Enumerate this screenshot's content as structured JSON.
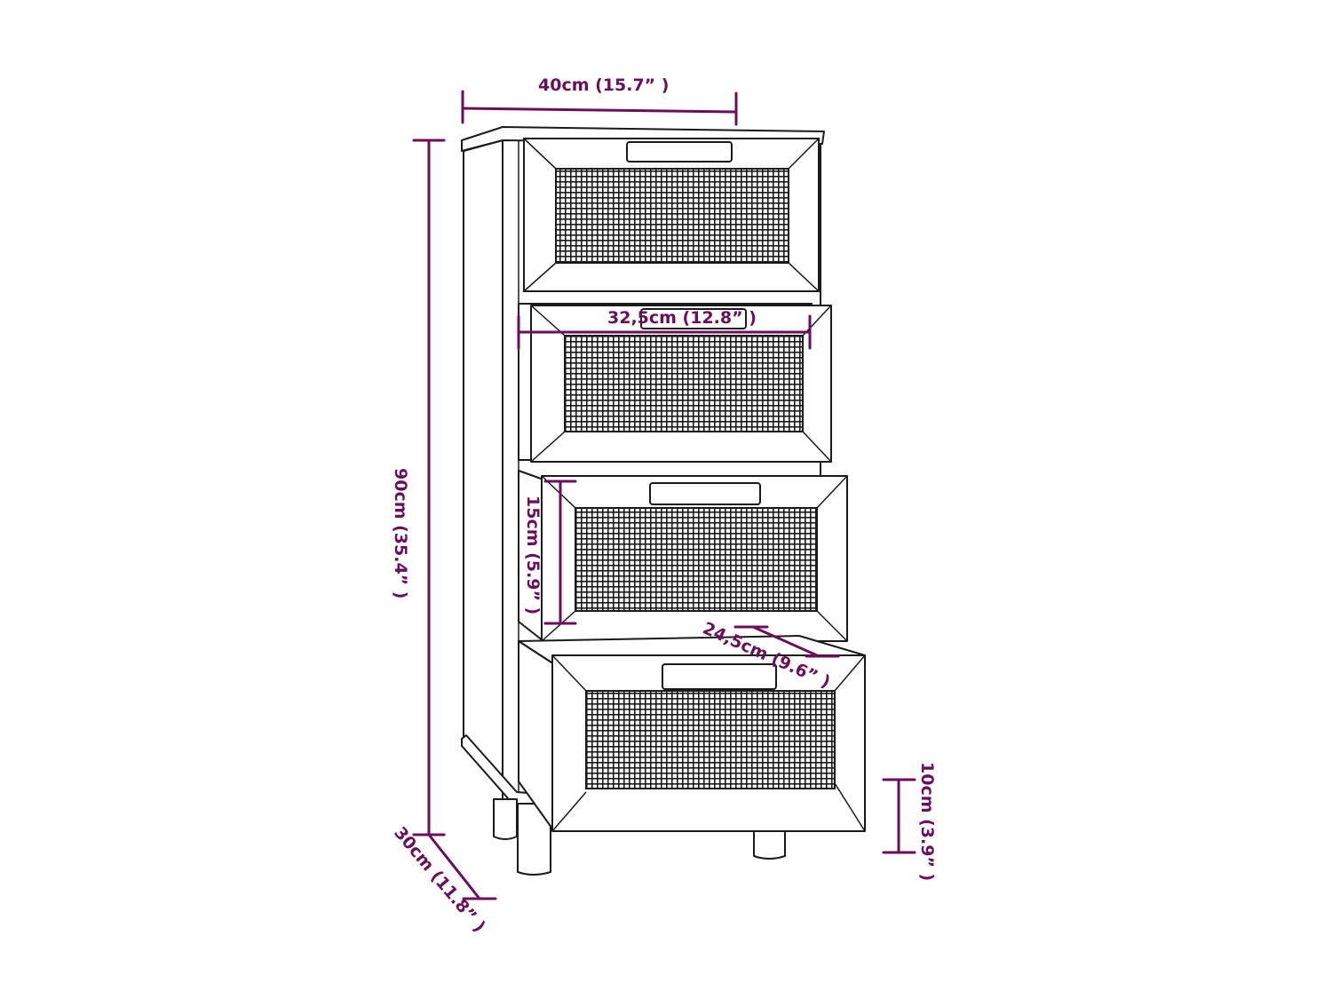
{
  "diagram": {
    "subject": "Four-drawer cabinet with rattan drawer fronts",
    "colors": {
      "dimension_lines": "#6b0f5c",
      "outline": "#1a1a1a",
      "background": "#ffffff"
    },
    "dimensions": {
      "width": "40cm (15.7” )",
      "height": "90cm (35.4” )",
      "depth": "30cm (11.8” )",
      "drawer_inner_width": "32,5cm (12.8” )",
      "drawer_height": "15cm (5.9” )",
      "drawer_inner_depth": "24,5cm (9.6” )",
      "leg_height": "10cm (3.9” )"
    },
    "drawers": [
      {
        "name": "drawer-1",
        "state": "closed"
      },
      {
        "name": "drawer-2",
        "state": "partly open"
      },
      {
        "name": "drawer-3",
        "state": "open"
      },
      {
        "name": "drawer-4",
        "state": "open"
      }
    ]
  }
}
